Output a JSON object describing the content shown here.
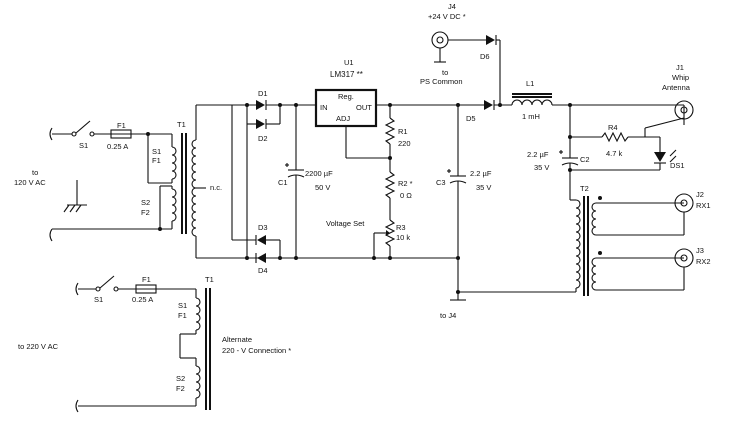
{
  "labels": {
    "j4_ref": "J4",
    "j4_value": "+24 V DC *",
    "d6": "D6",
    "to_ps": "to",
    "ps_common": "PS Common",
    "u1_ref": "U1",
    "u1_part": "LM317 **",
    "reg": "Reg.",
    "in": "IN",
    "out": "OUT",
    "adj": "ADJ",
    "l1": "L1",
    "l1_value": "1 mH",
    "j1_ref": "J1",
    "j1_whip": "Whip",
    "j1_antenna": "Antenna",
    "d1": "D1",
    "d2": "D2",
    "d3": "D3",
    "d4": "D4",
    "d5": "D5",
    "ds1": "DS1",
    "s1": "S1",
    "f1": "F1",
    "fuse_value": "0.25 A",
    "t1": "T1",
    "t2": "T2",
    "prim_s1": "S1",
    "prim_f1": "F1",
    "prim_s2": "S2",
    "prim_f2": "F2",
    "nc": "n.c.",
    "to": "to",
    "ac120": "120 V AC",
    "c1": "C1",
    "c1_value": "2200 µF",
    "c1_volt": "50 V",
    "r1": "R1",
    "r1_value": "220",
    "r2": "R2 *",
    "r2_value": "0 Ω",
    "voltage_set": "Voltage Set",
    "r3": "R3",
    "r3_value": "10 k",
    "c3": "C3",
    "c3_value": "2.2 µF",
    "c3_volt": "35 V",
    "c2": "C2",
    "c2_value": "2.2 µF",
    "c2_volt": "35 V",
    "r4": "R4",
    "r4_value": "4.7 k",
    "j2_ref": "J2",
    "j2_name": "RX1",
    "j3_ref": "J3",
    "j3_name": "RX2",
    "to_j4": "to J4",
    "ac220": "to 220 V AC",
    "alt_line1": "Alternate",
    "alt_line2": "220 - V Connection *"
  }
}
